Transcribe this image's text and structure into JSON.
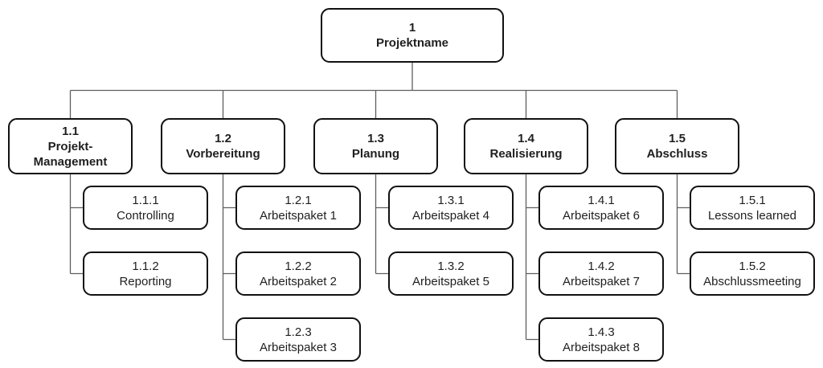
{
  "diagram_type": "work-breakdown-structure",
  "colors": {
    "background": "#ffffff",
    "box_fill": "#ffffff",
    "box_border": "#111111",
    "text": "#1f1f1f",
    "connector": "#5f5f5f"
  },
  "tree": {
    "root": {
      "id": "1",
      "label": "Projektname"
    },
    "branches": [
      {
        "id": "1.1",
        "label": "Projekt-",
        "label2": "Management",
        "children": [
          {
            "id": "1.1.1",
            "label": "Controlling"
          },
          {
            "id": "1.1.2",
            "label": "Reporting"
          }
        ]
      },
      {
        "id": "1.2",
        "label": "Vorbereitung",
        "children": [
          {
            "id": "1.2.1",
            "label": "Arbeitspaket 1"
          },
          {
            "id": "1.2.2",
            "label": "Arbeitspaket 2"
          },
          {
            "id": "1.2.3",
            "label": "Arbeitspaket 3"
          }
        ]
      },
      {
        "id": "1.3",
        "label": "Planung",
        "children": [
          {
            "id": "1.3.1",
            "label": "Arbeitspaket 4"
          },
          {
            "id": "1.3.2",
            "label": "Arbeitspaket 5"
          }
        ]
      },
      {
        "id": "1.4",
        "label": "Realisierung",
        "children": [
          {
            "id": "1.4.1",
            "label": "Arbeitspaket 6"
          },
          {
            "id": "1.4.2",
            "label": "Arbeitspaket 7"
          },
          {
            "id": "1.4.3",
            "label": "Arbeitspaket 8"
          }
        ]
      },
      {
        "id": "1.5",
        "label": "Abschluss",
        "children": [
          {
            "id": "1.5.1",
            "label": "Lessons learned"
          },
          {
            "id": "1.5.2",
            "label": "Abschlussmeeting"
          }
        ]
      }
    ]
  }
}
